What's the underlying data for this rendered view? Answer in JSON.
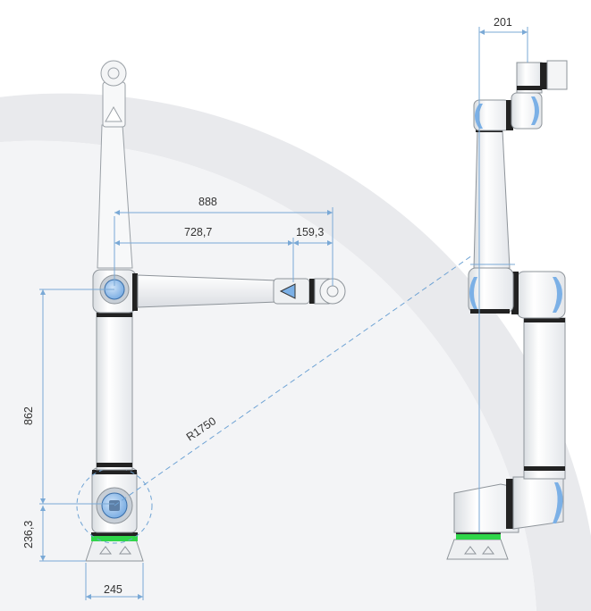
{
  "dimensions": {
    "reach_radius": "R1750",
    "arm_upper": "888",
    "arm_forearm": "728,7",
    "arm_wrist": "159,3",
    "height_upper": "862",
    "height_base": "236,3",
    "base_width": "245",
    "side_offset": "201"
  },
  "colors": {
    "dimension_line": "#7aa9d6",
    "reach_dash": "#6fa3d4",
    "arm_body": "#f4f5f6",
    "arm_outline": "#9a9fa5",
    "joint_cap": "#b9c1ca",
    "joint_blue": "#7bb0e6",
    "status_ring": "#2fd64a",
    "band": "#222222",
    "background_arc": "#e9eaed"
  }
}
